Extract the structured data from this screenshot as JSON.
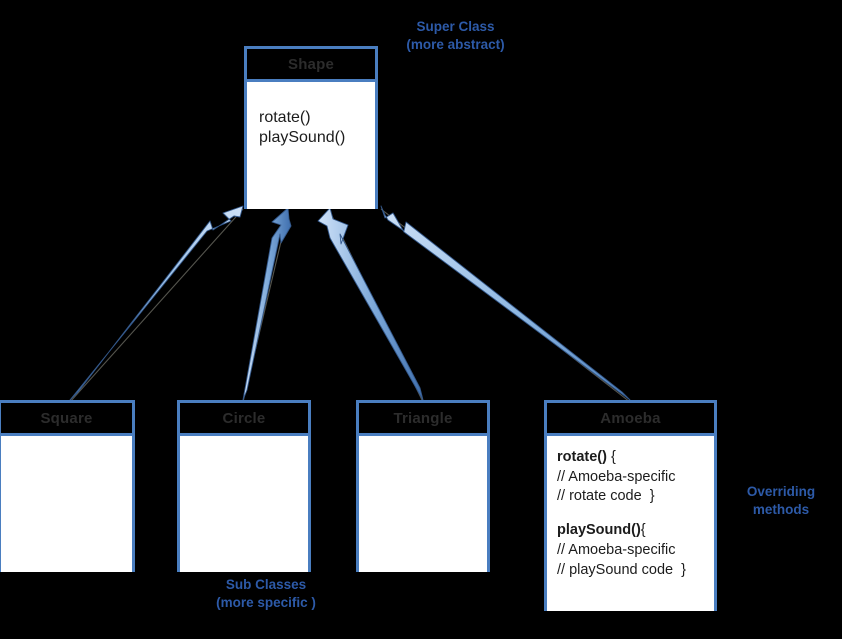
{
  "diagram": {
    "title_note_top": "Super Class\n(more abstract)",
    "title_note_bottom": "Sub Classes\n(more specific )",
    "title_note_right": "Overriding\nmethods",
    "colors": {
      "background": "#000000",
      "box_border": "#4a7ec0",
      "box_fill": "#ffffff",
      "header_fill": "#000000",
      "header_text": "#2c2c2c",
      "note_text": "#2d5aa8",
      "arrow_light": "#bcd8f5",
      "arrow_mid": "#6f9fd4",
      "arrow_dark": "#3e6fae",
      "connector": "#5a5a52"
    }
  },
  "superclass": {
    "name": "Shape",
    "methods": [
      "rotate()",
      "playSound()"
    ]
  },
  "subclasses": [
    {
      "name": "Square",
      "body": []
    },
    {
      "name": "Circle",
      "body": []
    },
    {
      "name": "Triangle",
      "body": []
    },
    {
      "name": "Amoeba",
      "body": [
        {
          "bold": "rotate()",
          "rest": " {"
        },
        {
          "bold": "",
          "rest": "// Amoeba-specific"
        },
        {
          "bold": "",
          "rest": "// rotate code  }"
        },
        {
          "gap": true
        },
        {
          "bold": "playSound()",
          "rest": "{"
        },
        {
          "bold": "",
          "rest": "// Amoeba-specific"
        },
        {
          "bold": "",
          "rest": "// playSound code  }"
        }
      ]
    }
  ]
}
